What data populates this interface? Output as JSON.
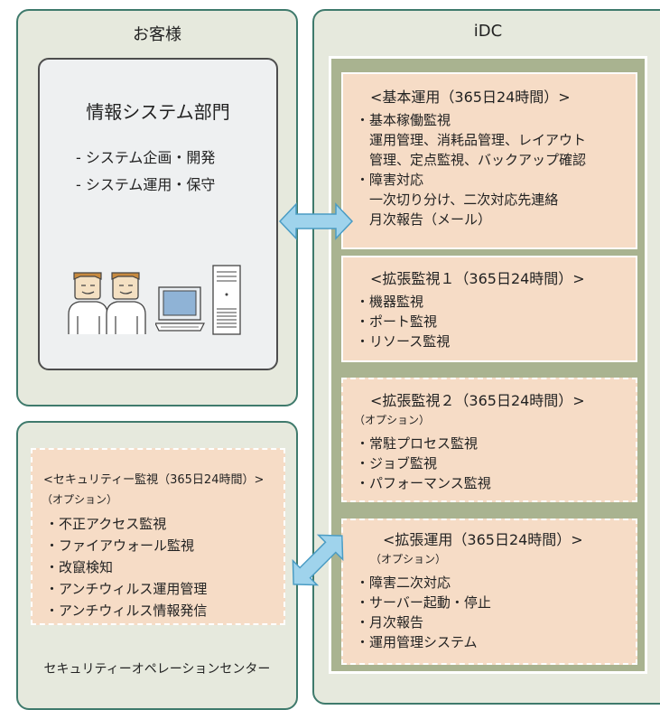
{
  "customer": {
    "title": "お客様",
    "dept_name": "情報システム部門",
    "roles": [
      "- システム企画・開発",
      "- システム運用・保守"
    ]
  },
  "idc": {
    "title": "iDC",
    "basic": {
      "title": "<基本運用（365日24時間）>",
      "lines": [
        "・基本稼働監視",
        "　運用管理、消耗品管理、レイアウト",
        "　管理、定点監視、バックアップ確認",
        "・障害対応",
        "　一次切り分け、二次対応先連絡",
        "　月次報告（メール）"
      ]
    },
    "ext1": {
      "title": "<拡張監視１（365日24時間）>",
      "lines": [
        "・機器監視",
        "・ポート監視",
        "・リソース監視"
      ]
    },
    "ext2": {
      "title": "<拡張監視２（365日24時間）>",
      "option": "（オプション）",
      "lines": [
        "・常駐プロセス監視",
        "・ジョブ監視",
        "・パフォーマンス監視"
      ]
    },
    "extop": {
      "title": "<拡張運用（365日24時間）>",
      "option": "（オプション）",
      "lines": [
        "・障害二次対応",
        "・サーバー起動・停止",
        "・月次報告",
        "・運用管理システム"
      ]
    }
  },
  "soc": {
    "caption": "セキュリティーオペレーションセンター",
    "title": "<セキュリティー監視（365日24時間）>",
    "option": "（オプション）",
    "lines": [
      "・不正アクセス監視",
      "・ファイアウォール監視",
      "・改竄検知",
      "・アンチウィルス運用管理",
      "・アンチウィルス情報発信"
    ]
  }
}
